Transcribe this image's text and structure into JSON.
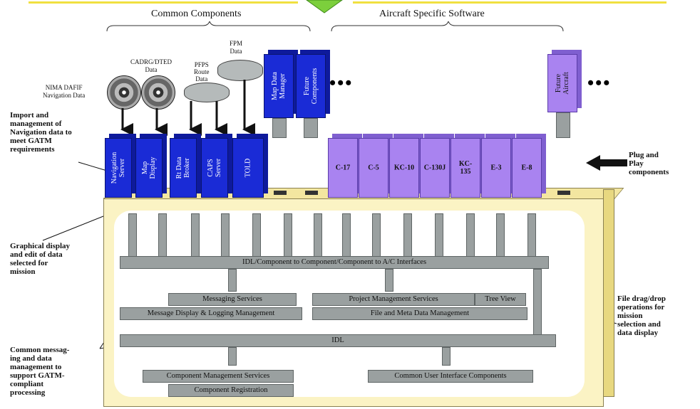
{
  "headers": {
    "common": "Common Components",
    "aircraft": "Aircraft Specific Software"
  },
  "data_sources": {
    "dafif": "NIMA DAFIF\nNavigation Data",
    "cadrg": "CADRG/DTED\nData",
    "pfps": "PFPS\nRoute\nData",
    "fpm": "FPM\nData"
  },
  "common_top": [
    "Map Data\nManager",
    "Future\nComponents"
  ],
  "common_modules": [
    "Navigation\nServer",
    "Map\nDisplay",
    "Rt Data\nBroker",
    "CAPS\nServer",
    "TOLD"
  ],
  "aircraft_modules": [
    "C-17",
    "C-5",
    "KC-10",
    "C-130J",
    "KC-\n135",
    "E-3",
    "E-8"
  ],
  "future_aircraft": "Future\nAircraft",
  "ellipsis": "•••",
  "annotations": {
    "import": "Import and\nmanagement of\nNavigation data to\nmeet GATM\nrequirements",
    "graphical": "Graphical display\nand edit of data\nselected for\nmission",
    "messaging": "Common messag-\ning and data\nmanagement to\nsupport GATM-\ncompliant\nprocessing",
    "plug": "Plug and\nPlay\ncomponents",
    "filedrag": "File drag/drop\noperations for\nmission\nselection and\ndata display"
  },
  "infrastructure": {
    "idl_top": "IDL/Component to Component/Component to A/C Interfaces",
    "messaging_services": "Messaging Services",
    "message_display": "Message Display & Logging Management",
    "project_mgmt": "Project Management Services",
    "tree_view": "Tree View",
    "file_meta": "File and Meta Data Management",
    "idl": "IDL",
    "component_mgmt": "Component Management Services",
    "component_reg": "Component Registration",
    "common_ui": "Common User Interface Components"
  },
  "colors": {
    "component_blue": "#1a2bd6",
    "aircraft_purple": "#a983f0",
    "platform_yellow": "#fbf3c4",
    "bar_gray": "#9aa0a0",
    "top_rule_yellow": "#f0e040",
    "arrow_green": "#7ccf3c"
  }
}
